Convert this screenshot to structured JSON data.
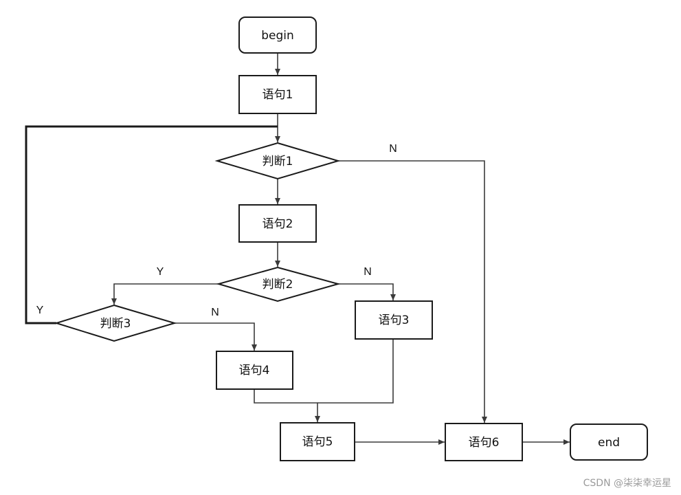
{
  "nodes": {
    "begin": "begin",
    "s1": "语句1",
    "d1": "判断1",
    "s2": "语句2",
    "d2": "判断2",
    "d3": "判断3",
    "s3": "语句3",
    "s4": "语句4",
    "s5": "语句5",
    "s6": "语句6",
    "end": "end"
  },
  "edge_labels": {
    "d1_no": "N",
    "d2_yes": "Y",
    "d2_no": "N",
    "d3_yes": "Y",
    "d3_no": "N"
  },
  "watermark": "CSDN @柒柒幸运星"
}
